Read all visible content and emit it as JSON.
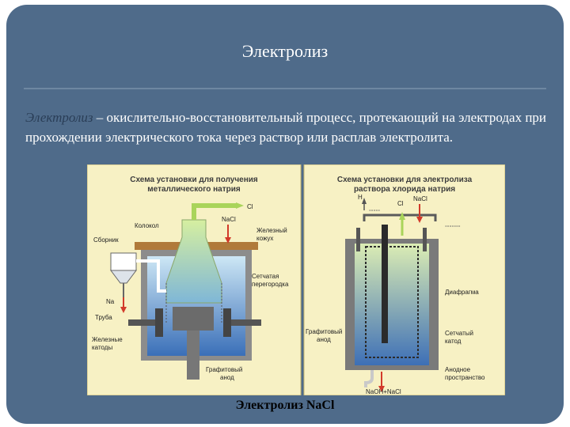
{
  "slide": {
    "title": "Электролиз",
    "definition_term": "Электролиз",
    "definition_rest": " – окислительно-восстановительный процесс, протекающий на электродах при прохождении электрического тока через раствор или расплав электролита.",
    "caption": "Электролиз NaCl"
  },
  "diagram_left": {
    "title_line1": "Схема установки для получения",
    "title_line2": "металлического натрия",
    "label_kolokol": "Колокол",
    "label_cl2": "Cl",
    "label_nacl": "NaCl",
    "label_zhelezny1": "Железный",
    "label_zhelezny2": "кожух",
    "label_sbornik": "Сборник",
    "label_setch1": "Сетчатая",
    "label_setch2": "перегородка",
    "label_na": "Na",
    "label_truba": "Труба",
    "label_katody1": "Железные",
    "label_katody2": "катоды",
    "label_anod1": "Графитовый",
    "label_anod2": "анод"
  },
  "diagram_right": {
    "title_line1": "Схема установки для электролиза",
    "title_line2": "раствора хлорида натрия",
    "label_h2": "H",
    "label_cl2": "Cl",
    "label_nacl": "NaCl",
    "label_diafragma": "Диафрагма",
    "label_anod1": "Графитовый",
    "label_anod2": "анод",
    "label_katod1": "Сетчатый",
    "label_katod2": "катод",
    "label_anodnoe1": "Анодное",
    "label_anodnoe2": "пространство",
    "label_naoh": "NaOH+NaCl"
  }
}
